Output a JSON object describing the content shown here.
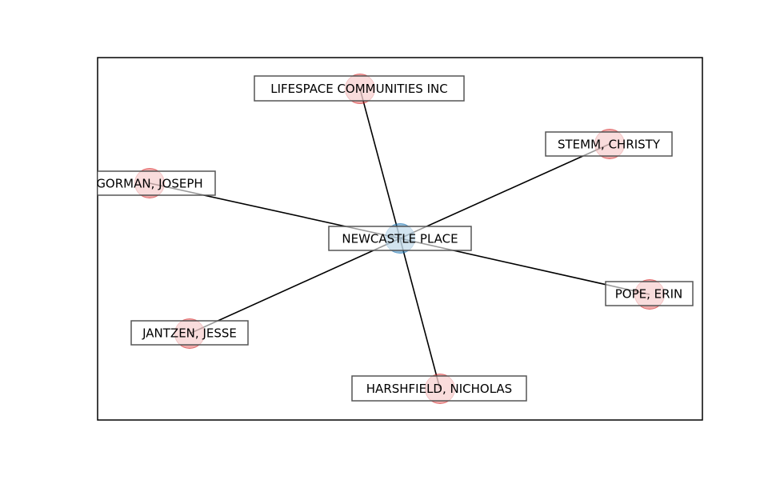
{
  "graph": {
    "center": {
      "id": "center",
      "label": "NEWCASTLE PLACE",
      "color": "#1f77b4"
    },
    "nodes": [
      {
        "id": "lifespace",
        "label": "LIFESPACE COMMUNITIES INC",
        "color": "#d62728"
      },
      {
        "id": "stemm",
        "label": "STEMM, CHRISTY",
        "color": "#d62728"
      },
      {
        "id": "gorman",
        "label": "GORMAN, JOSEPH",
        "color": "#d62728"
      },
      {
        "id": "pope",
        "label": "POPE, ERIN",
        "color": "#d62728"
      },
      {
        "id": "jantzen",
        "label": "JANTZEN, JESSE",
        "color": "#d62728"
      },
      {
        "id": "harshfield",
        "label": "HARSHFIELD, NICHOLAS",
        "color": "#d62728"
      }
    ],
    "edges": [
      {
        "source": "center",
        "target": "lifespace"
      },
      {
        "source": "center",
        "target": "stemm"
      },
      {
        "source": "center",
        "target": "gorman"
      },
      {
        "source": "center",
        "target": "pope"
      },
      {
        "source": "center",
        "target": "jantzen"
      },
      {
        "source": "center",
        "target": "harshfield"
      }
    ]
  }
}
